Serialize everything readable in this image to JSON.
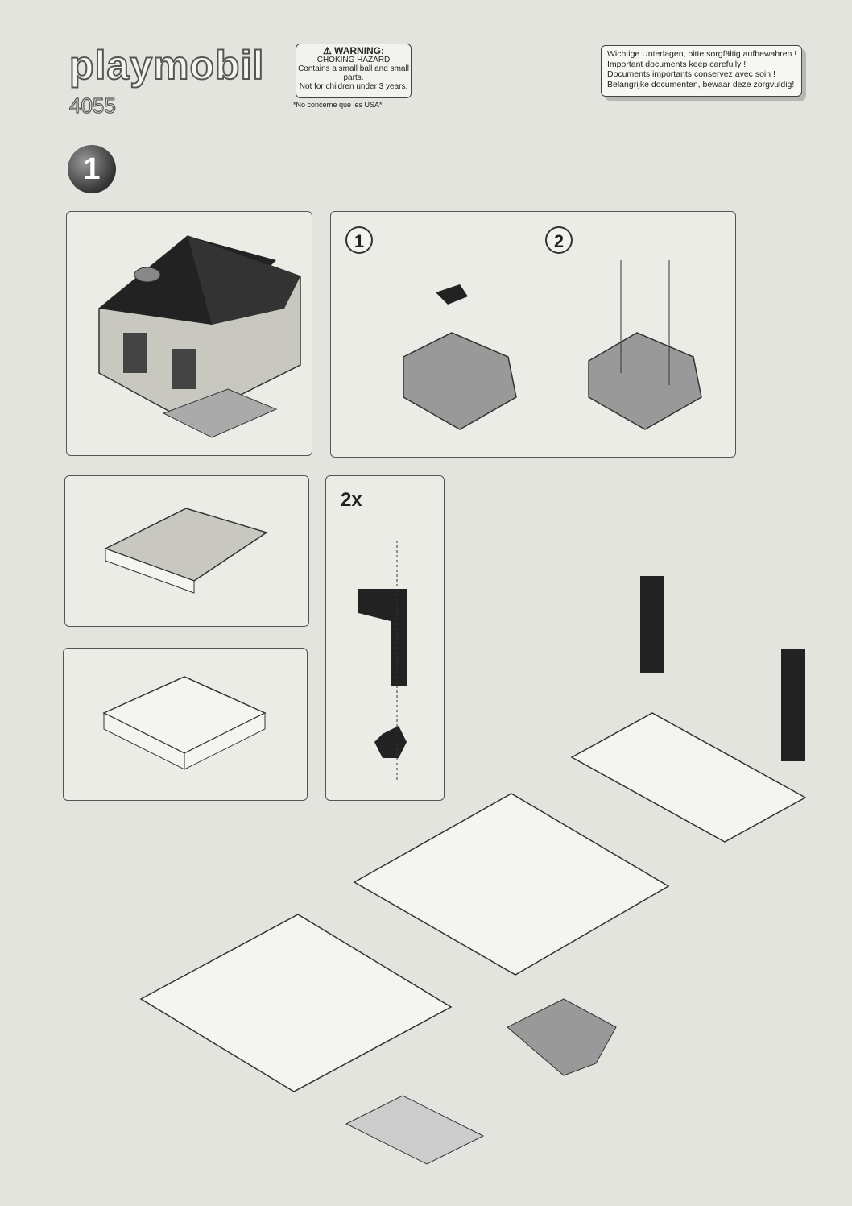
{
  "header": {
    "brand": "playmobil",
    "model_number": "4055",
    "warning": {
      "title": "WARNING:",
      "lines": [
        "CHOKING HAZARD",
        "Contains a small ball and small parts.",
        "Not for children under 3 years."
      ]
    },
    "warning_note": "*No concerne que les USA*",
    "documents": [
      "Wichtige Unterlagen, bitte sorgfältig aufbewahren !",
      "Important documents keep carefully !",
      "Documents importants conservez avec soin !",
      "Belangrijke documenten, bewaar deze zorgvuldig!"
    ]
  },
  "main_step": "1",
  "sub_steps": [
    "1",
    "2"
  ],
  "bracket_multiplier": "2x",
  "icons": {
    "step-marker": "filled-circle",
    "warning": "triangle-exclamation"
  }
}
